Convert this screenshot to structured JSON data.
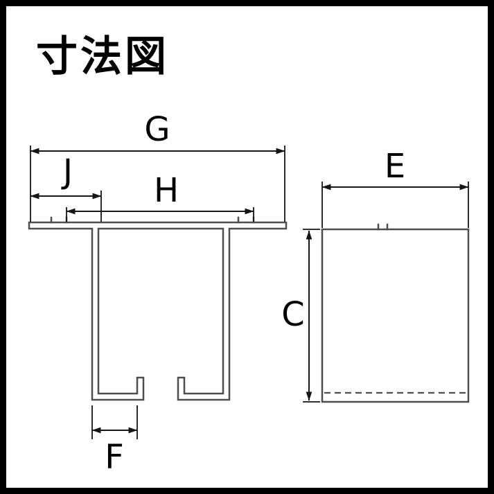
{
  "title": "寸法図",
  "colors": {
    "background": "#ffffff",
    "frame": "#000000",
    "drawing_outline": "#4d4d4d",
    "dimension_lines": "#151515",
    "text": "#000000"
  },
  "front_view": {
    "dim_overall_width": "G",
    "dim_left_offset": "J",
    "dim_inner_span": "H",
    "dim_bottom_opening": "F"
  },
  "side_view": {
    "dim_width": "E",
    "dim_height": "C"
  }
}
